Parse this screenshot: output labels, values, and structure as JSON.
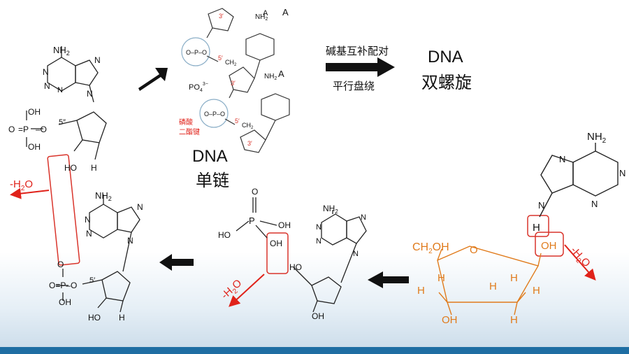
{
  "colors": {
    "accent_red": "#e0221a",
    "sugar_orange": "#e07b1c",
    "box_red": "#d9342b",
    "arrow_black": "#111111",
    "bar_blue": "#1f6ea3"
  },
  "top_right": {
    "pair_label": "碱基互补配对",
    "coil_label": "平行盘绕",
    "dna_title": "DNA",
    "dna_subtitle": "双螺旋"
  },
  "single_strand": {
    "title": "DNA",
    "subtitle": "单链",
    "phosphodiester_label_1": "磷酸",
    "phosphodiester_label_2": "二酯键",
    "phosphate_ion": "PO",
    "phosphate_sub": "4",
    "phosphate_sup": "3−",
    "base_a": "A",
    "c3": "3'",
    "c5": "5'"
  },
  "water": {
    "minus": "-H",
    "sub": "2",
    "o": "O"
  },
  "atoms": {
    "nh2": "NH",
    "nh2_sub": "2",
    "n": "N",
    "h": "H",
    "o": "O",
    "oh": "OH",
    "ho": "HO",
    "p": "P",
    "ch2oh": "CH",
    "ch2oh_sub": "2",
    "ch2oh_tail": "OH",
    "c5p": "5′"
  }
}
